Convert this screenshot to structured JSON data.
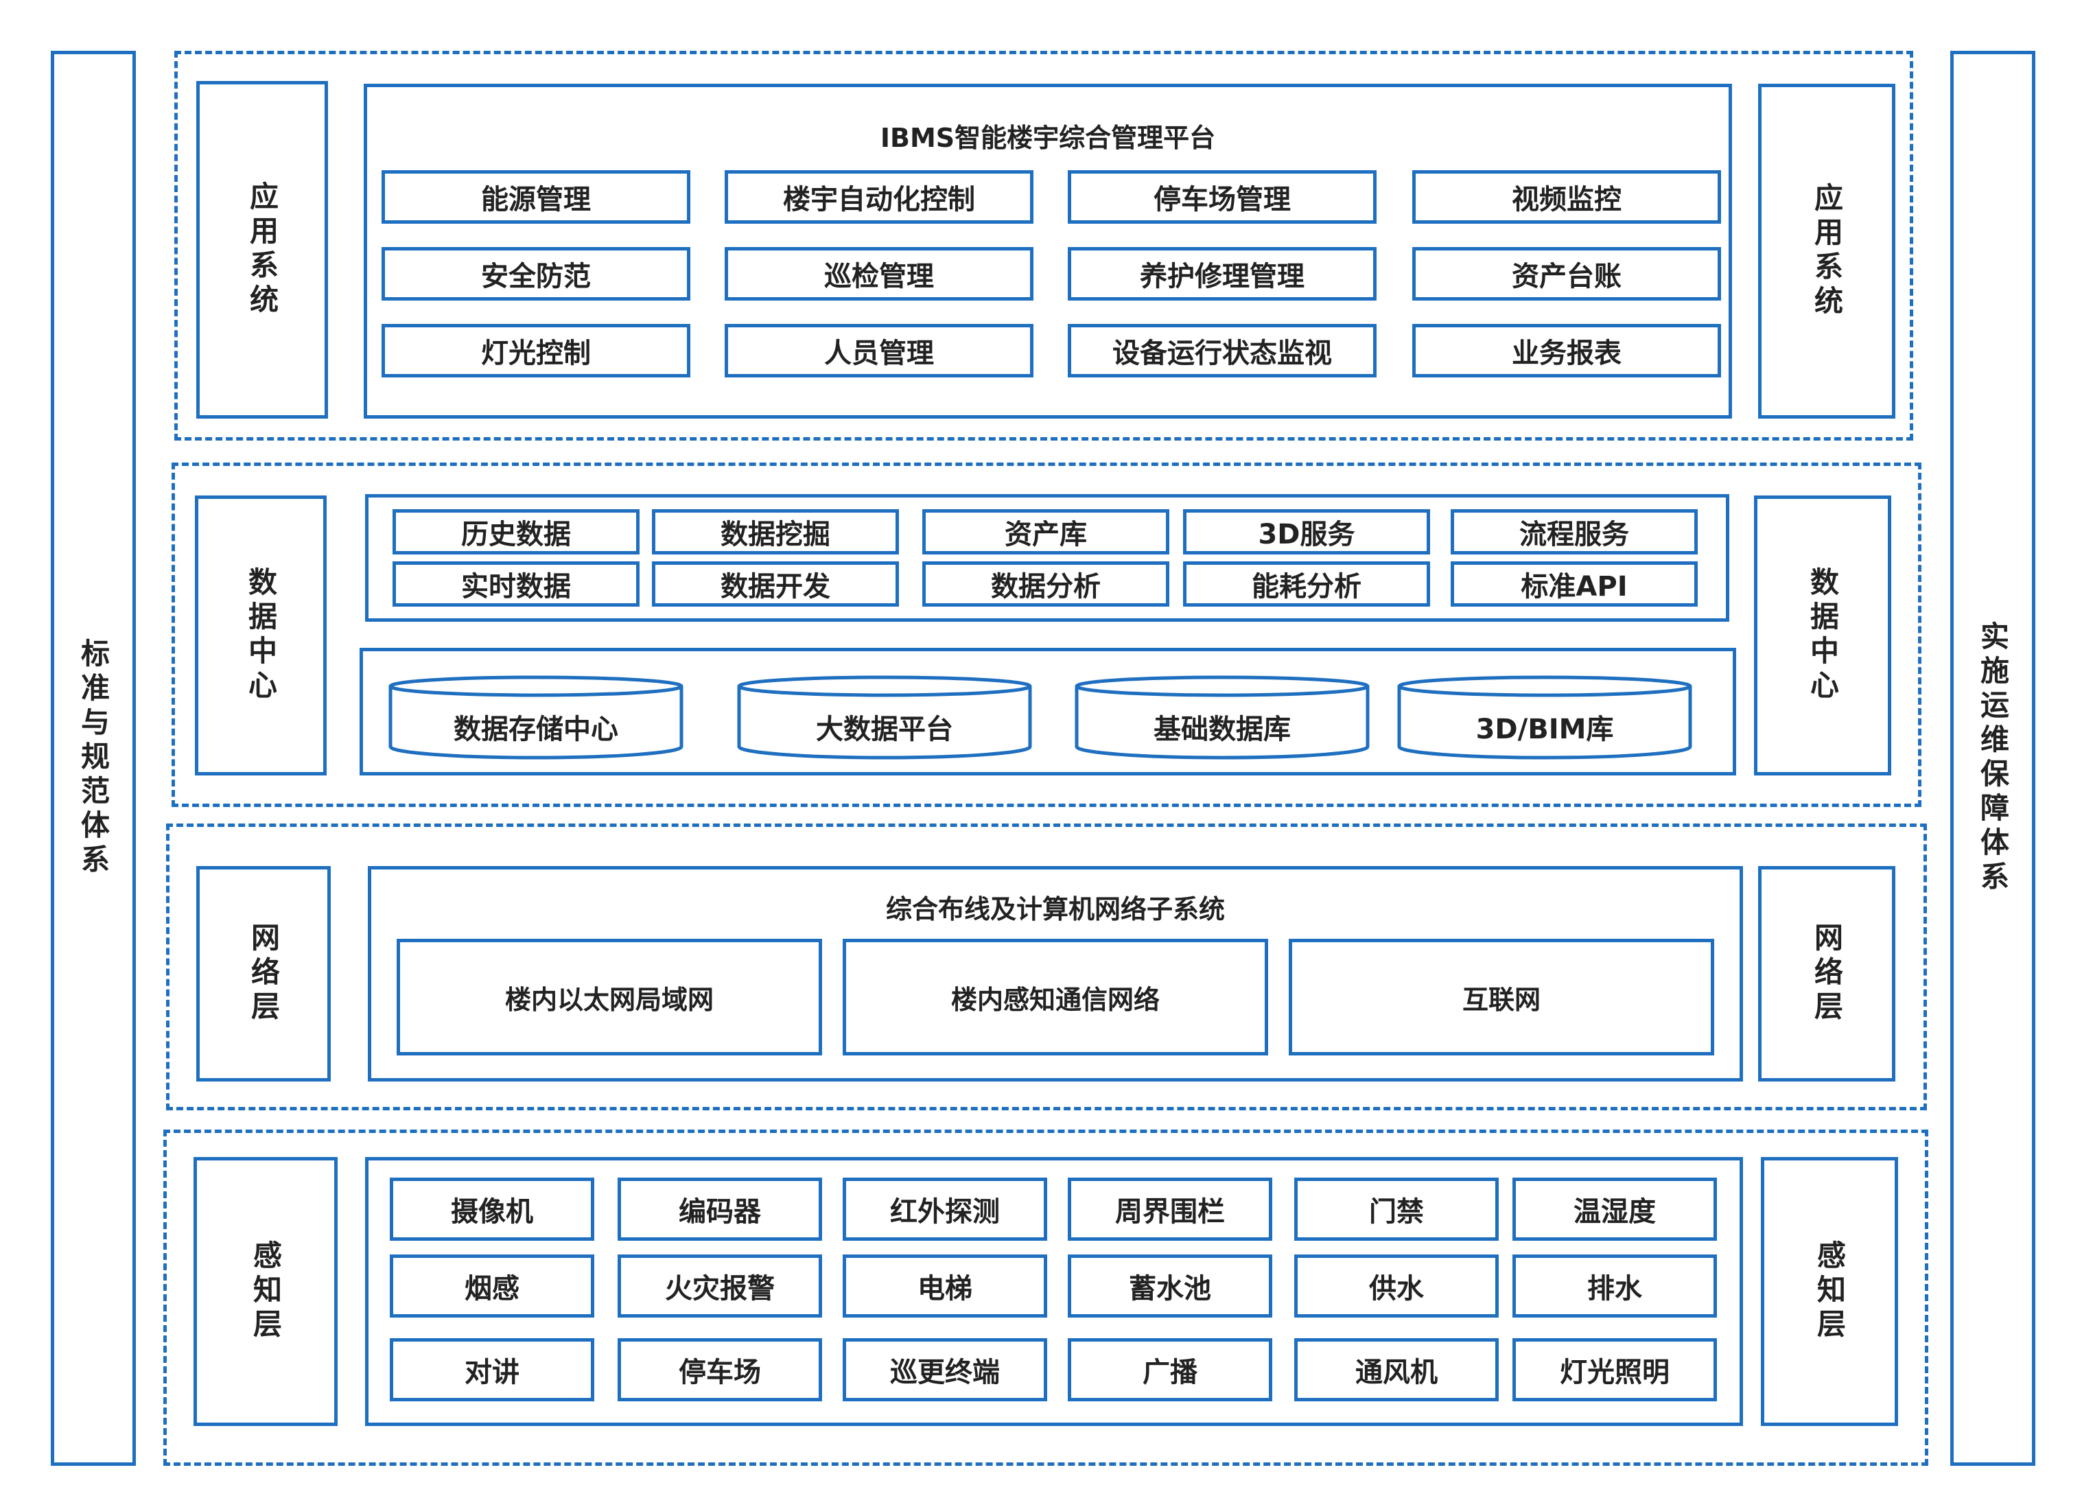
{
  "left_side_label": "标准与规范体系",
  "right_side_label": "实施运维保障体系",
  "application_layer": {
    "side_label": "应用系统",
    "title": "IBMS智能楼宇综合管理平台",
    "items": [
      "能源管理",
      "楼宇自动化控制",
      "停车场管理",
      "视频监控",
      "安全防范",
      "巡检管理",
      "养护修理管理",
      "资产台账",
      "灯光控制",
      "人员管理",
      "设备运行状态监视",
      "业务报表"
    ]
  },
  "data_layer": {
    "side_label": "数据中心",
    "services": [
      "历史数据",
      "数据挖掘",
      "资产库",
      "3D服务",
      "流程服务",
      "实时数据",
      "数据开发",
      "数据分析",
      "能耗分析",
      "标准API"
    ],
    "stores": [
      "数据存储中心",
      "大数据平台",
      "基础数据库",
      "3D/BIM库"
    ]
  },
  "network_layer": {
    "side_label": "网络层",
    "title": "综合布线及计算机网络子系统",
    "items": [
      "楼内以太网局域网",
      "楼内感知通信网络",
      "互联网"
    ]
  },
  "perception_layer": {
    "side_label": "感知层",
    "items": [
      "摄像机",
      "编码器",
      "红外探测",
      "周界围栏",
      "门禁",
      "温湿度",
      "烟感",
      "火灾报警",
      "电梯",
      "蓄水池",
      "供水",
      "排水",
      "对讲",
      "停车场",
      "巡更终端",
      "广播",
      "通风机",
      "灯光照明"
    ]
  },
  "colors": {
    "accent": "#1f6fc0"
  }
}
